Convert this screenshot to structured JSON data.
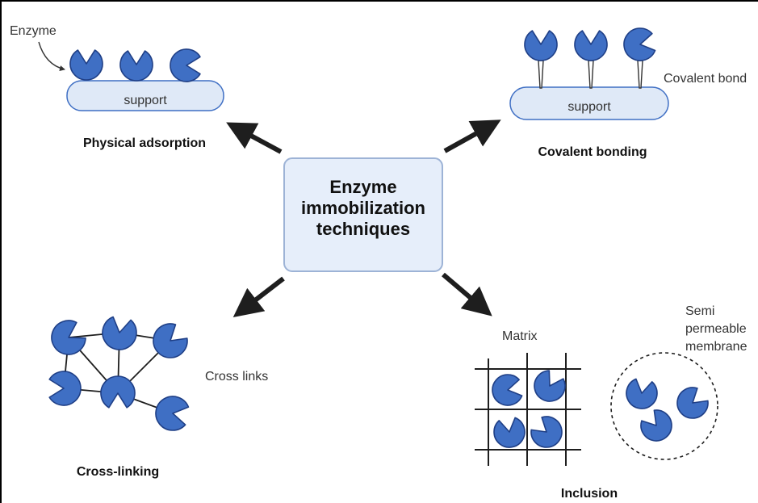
{
  "center": {
    "title_lines": [
      "Enzyme",
      "immobilization",
      "techniques"
    ]
  },
  "physical_adsorption": {
    "title": "Physical adsorption",
    "enzyme_label": "Enzyme",
    "support_label": "support"
  },
  "covalent_bonding": {
    "title": "Covalent bonding",
    "bond_label": "Covalent bond",
    "support_label": "support"
  },
  "cross_linking": {
    "title": "Cross-linking",
    "links_label": "Cross links"
  },
  "inclusion": {
    "title": "Inclusion",
    "matrix_label": "Matrix",
    "membrane_label_lines": [
      "Semi",
      "permeable",
      "membrane"
    ]
  },
  "colors": {
    "enzyme_fill": "#3f6fc4",
    "enzyme_stroke": "#1f3f86",
    "box_fill": "#e6eefa",
    "box_stroke": "#9db3d6",
    "support_fill": "#dfe9f7",
    "arrow": "#1e1e1e"
  }
}
